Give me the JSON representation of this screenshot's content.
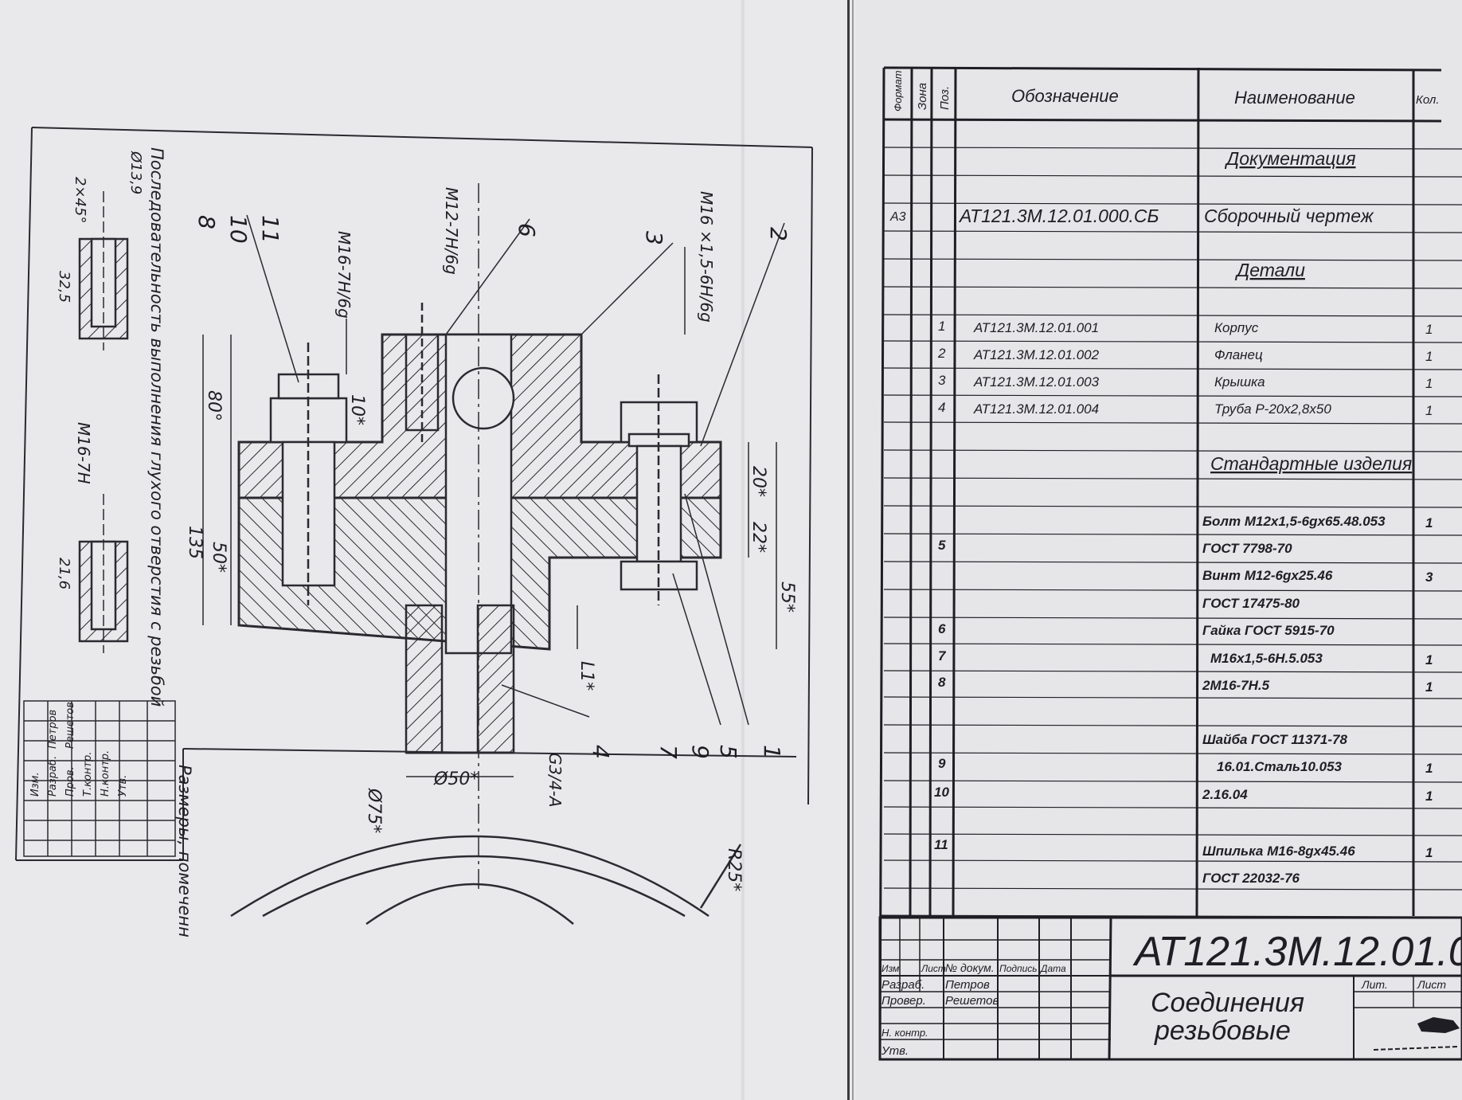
{
  "drawing": {
    "dim_80": "80°",
    "dim_135": "135",
    "dim_50": "50*",
    "dim_20": "20*",
    "dim_22": "22*",
    "dim_55": "55*",
    "dim_10": "10*",
    "dim_l1": "L1*",
    "dim_d50": "Ø50*",
    "dim_d75": "Ø75*",
    "dim_r25": "R25*",
    "dim_d13": "Ø13,9",
    "dim_chamfer": "2×45°",
    "dim_325": "32,5",
    "dim_216": "21,6",
    "thread_m16_15": "M16 ×1,5-6H/6g",
    "thread_m12": "M12-7H/6g",
    "thread_m16_7h6g": "M16-7H/6g",
    "thread_m16_7h": "M16-7H",
    "thread_g34": "G3/4-A",
    "callout_2": "2",
    "callout_3": "3",
    "callout_6": "6",
    "callout_11": "11",
    "callout_10": "10",
    "callout_8": "8",
    "callout_4": "4",
    "callout_5": "5",
    "callout_9": "9",
    "callout_7": "7",
    "callout_1": "1",
    "note_sequence": "Последовательность выполнения глухого отверстия с резьбой",
    "note_dimensions": "Размеры, помеченн",
    "mini_stamp": [
      "Изм.",
      "Разраб.",
      "Пров.",
      "Т.контр.",
      "Н.контр.",
      "Утв.",
      "Петров",
      "Решетов"
    ]
  },
  "spec": {
    "headers": {
      "format": "Формат",
      "zone": "Зона",
      "pos": "Поз.",
      "designation": "Обозначение",
      "name": "Наименование",
      "qty": "Кол."
    },
    "rows": [
      {
        "format": "",
        "pos": "",
        "designation": "",
        "name": "Документация",
        "qty": "",
        "section": true
      },
      {
        "format": "А3",
        "pos": "",
        "designation": "АТ121.3М.12.01.000.СБ",
        "name": "Сборочный чертеж",
        "qty": "",
        "section": false
      },
      {
        "format": "",
        "pos": "",
        "designation": "",
        "name": "Детали",
        "qty": "",
        "section": true
      },
      {
        "format": "",
        "pos": "1",
        "designation": "АТ121.3М.12.01.001",
        "name": "Корпус",
        "qty": "1",
        "section": false
      },
      {
        "format": "",
        "pos": "2",
        "designation": "АТ121.3М.12.01.002",
        "name": "Фланец",
        "qty": "1",
        "section": false
      },
      {
        "format": "",
        "pos": "3",
        "designation": "АТ121.3М.12.01.003",
        "name": "Крышка",
        "qty": "1",
        "section": false
      },
      {
        "format": "",
        "pos": "4",
        "designation": "АТ121.3М.12.01.004",
        "name": "Труба Р-20х2,8х50",
        "qty": "1",
        "section": false
      },
      {
        "format": "",
        "pos": "",
        "designation": "",
        "name": "Стандартные изделия",
        "qty": "",
        "section": true
      },
      {
        "format": "",
        "pos": "",
        "designation": "",
        "name": "Болт М12х1,5-6gх65.48.053",
        "qty": "1",
        "section": false
      },
      {
        "format": "",
        "pos": "5",
        "designation": "",
        "name": "ГОСТ 7798-70",
        "qty": "",
        "section": false
      },
      {
        "format": "",
        "pos": "",
        "designation": "",
        "name": "Винт М12-6gх25.46",
        "qty": "3",
        "section": false
      },
      {
        "format": "",
        "pos": "",
        "designation": "",
        "name": "ГОСТ 17475-80",
        "qty": "",
        "section": false
      },
      {
        "format": "",
        "pos": "6",
        "designation": "",
        "name": "Гайка ГОСТ 5915-70",
        "qty": "",
        "section": false
      },
      {
        "format": "",
        "pos": "7",
        "designation": "",
        "name": "М16х1,5-6Н.5.053",
        "qty": "1",
        "section": false
      },
      {
        "format": "",
        "pos": "8",
        "designation": "",
        "name": "2М16-7Н.5",
        "qty": "1",
        "section": false
      },
      {
        "format": "",
        "pos": "",
        "designation": "",
        "name": "Шайба ГОСТ 11371-78",
        "qty": "",
        "section": false
      },
      {
        "format": "",
        "pos": "9",
        "designation": "",
        "name": "16.01.Сталь10.053",
        "qty": "1",
        "section": false
      },
      {
        "format": "",
        "pos": "10",
        "designation": "",
        "name": "2.16.04",
        "qty": "1",
        "section": false
      },
      {
        "format": "",
        "pos": "11",
        "designation": "",
        "name": "Шпилька М16-8gх45.46",
        "qty": "1",
        "section": false
      },
      {
        "format": "",
        "pos": "",
        "designation": "",
        "name": "ГОСТ 22032-76",
        "qty": "",
        "section": false
      }
    ]
  },
  "title_block": {
    "doc_number": "АТ121.3М.12.01.0",
    "title_line1": "Соединения",
    "title_line2": "резьбовые",
    "col_change": "Изм",
    "col_sheet": "Лист",
    "col_docnum": "№ докум.",
    "col_sign": "Подпись",
    "col_date": "Дата",
    "developed_label": "Разраб.",
    "developed_name": "Петров",
    "checked_label": "Провер.",
    "checked_name": "Решетов",
    "ncontrol_label": "Н. контр.",
    "approved_label": "Утв.",
    "lit_label": "Лит.",
    "sheet_label": "Лист"
  }
}
